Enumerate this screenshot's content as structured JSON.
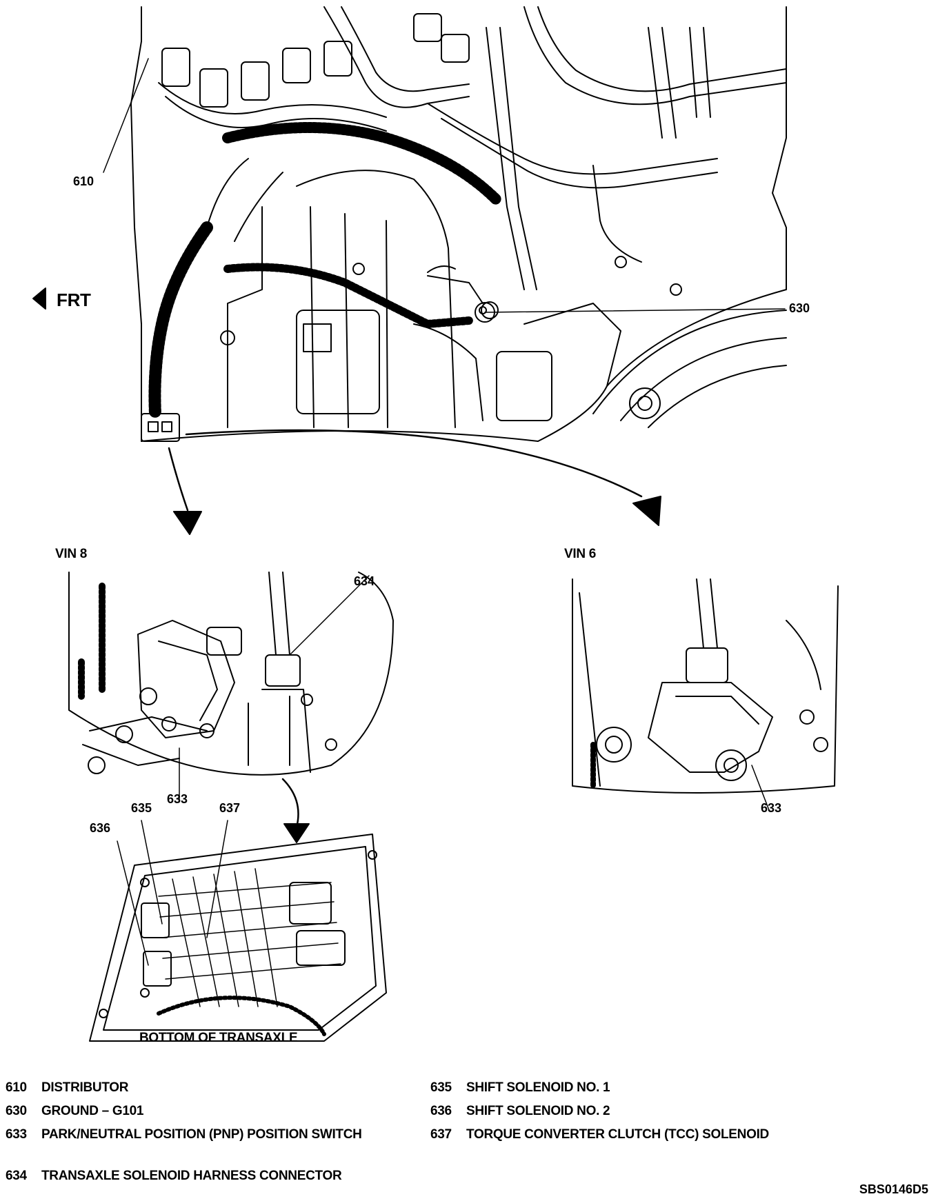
{
  "front_indicator": {
    "arrow_icon": "left-arrow-icon",
    "label": "FRT"
  },
  "callouts": {
    "c610": "610",
    "c630": "630",
    "c634": "634",
    "c633_vin8": "633",
    "c633_vin6": "633",
    "c635": "635",
    "c636": "636",
    "c637": "637"
  },
  "views": {
    "vin8_title": "VIN 8",
    "vin6_title": "VIN 6",
    "bottom_title": "BOTTOM OF TRANSAXLE"
  },
  "legend": [
    {
      "num": "610",
      "text": "DISTRIBUTOR"
    },
    {
      "num": "630",
      "text": "GROUND – G101"
    },
    {
      "num": "633",
      "text": "PARK/NEUTRAL POSITION (PNP) POSITION SWITCH"
    },
    {
      "num": "634",
      "text": "TRANSAXLE SOLENOID HARNESS CONNECTOR"
    },
    {
      "num": "635",
      "text": "SHIFT SOLENOID NO. 1"
    },
    {
      "num": "636",
      "text": "SHIFT SOLENOID NO. 2"
    },
    {
      "num": "637",
      "text": "TORQUE CONVERTER CLUTCH (TCC) SOLENOID"
    }
  ],
  "figure_ref": "SBS0146D5"
}
